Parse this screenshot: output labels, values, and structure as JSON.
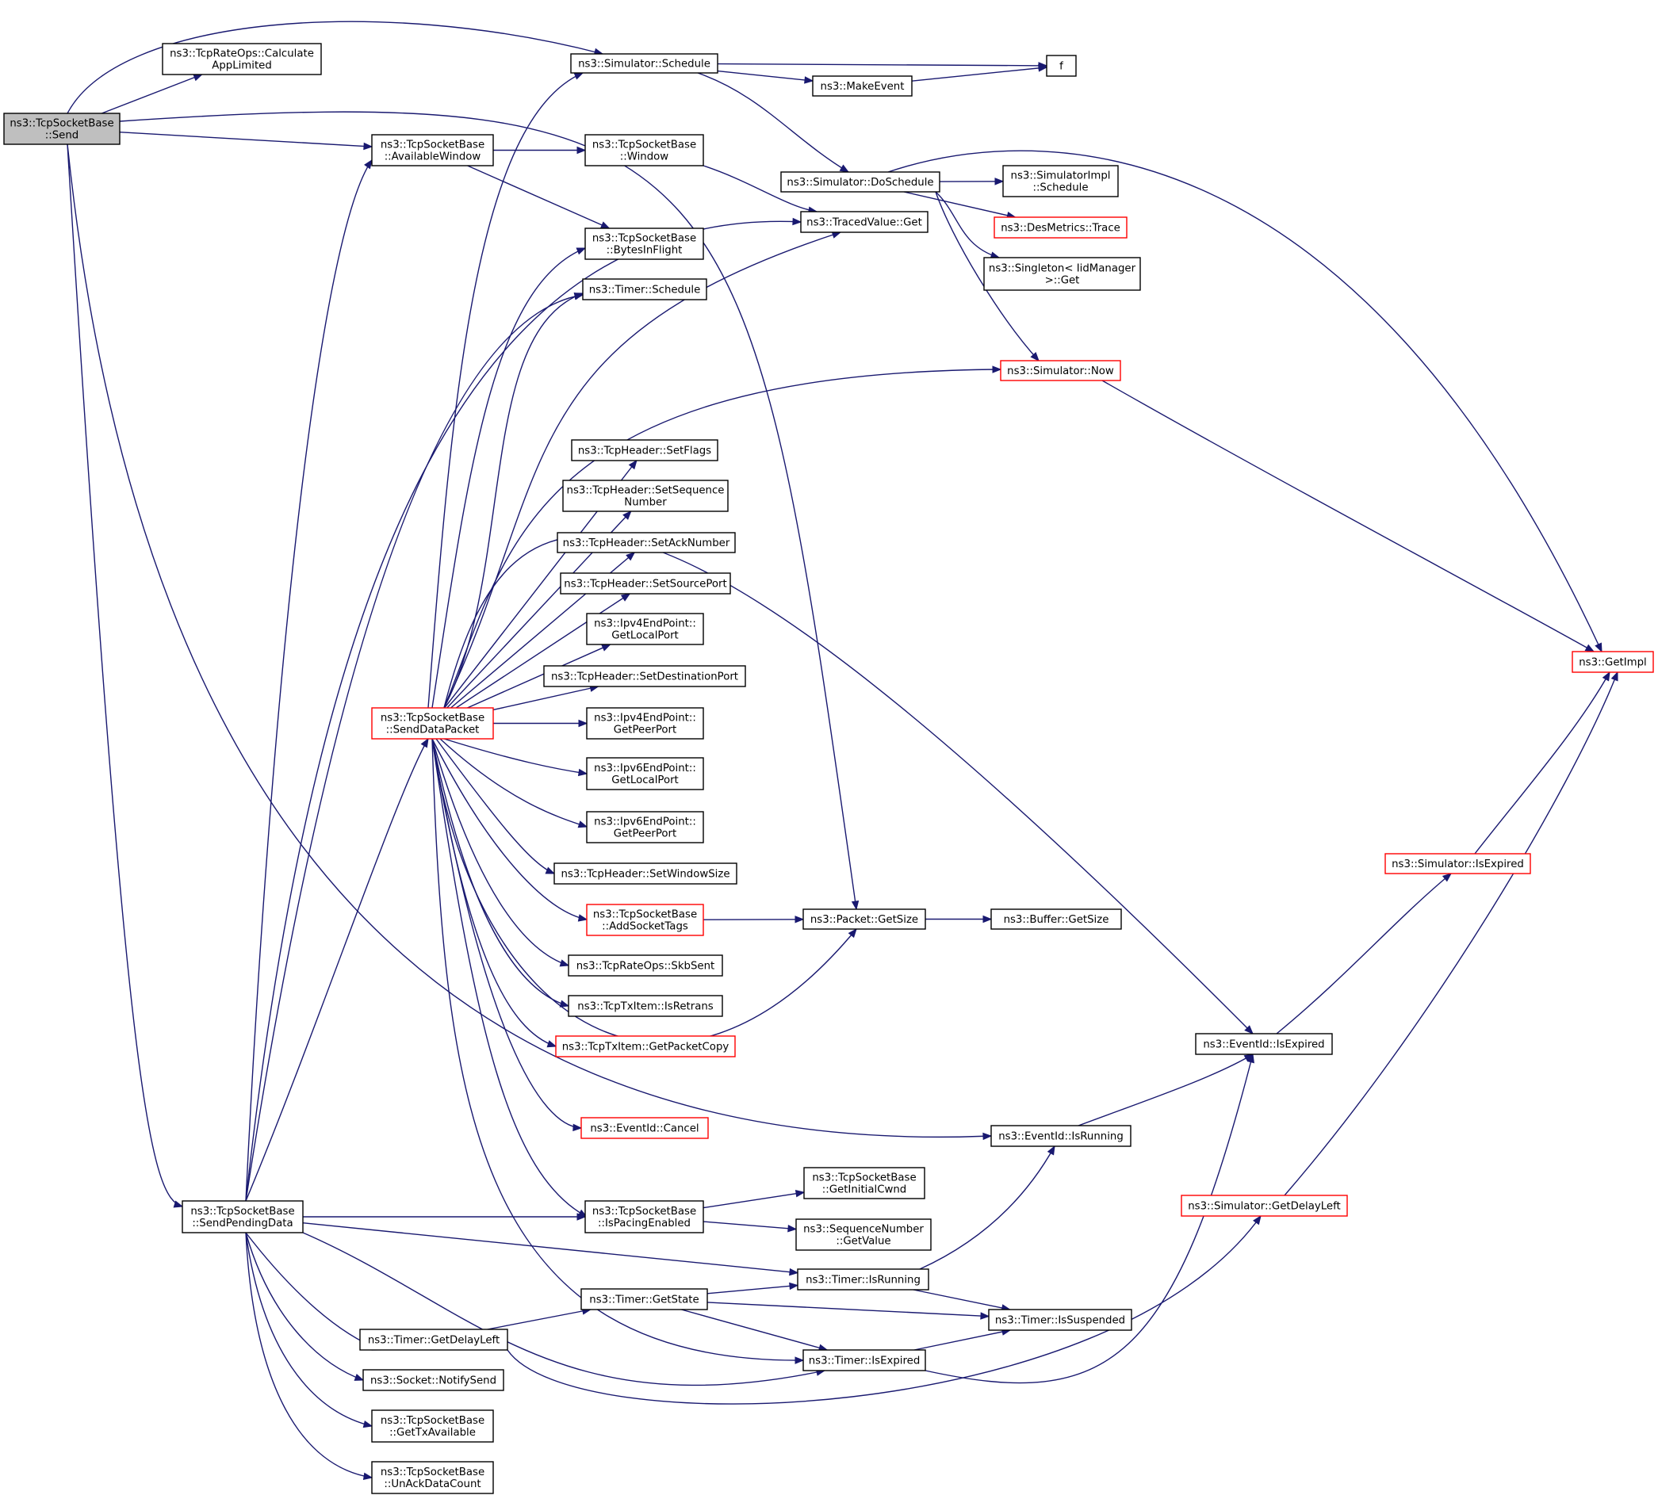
{
  "diagram": {
    "type": "doxygen-call-graph",
    "colors": {
      "edge": "#191970",
      "node_border": "#000000",
      "truncated_border": "#ff0000",
      "root_fill": "#bfbfbf",
      "node_fill": "#ffffff"
    },
    "nodes": {
      "send": {
        "lines": [
          "ns3::TcpSocketBase",
          "::Send"
        ],
        "style": "root"
      },
      "calcAppLimited": {
        "lines": [
          "ns3::TcpRateOps::Calculate",
          "AppLimited"
        ]
      },
      "simSchedule": {
        "lines": [
          "ns3::Simulator::Schedule"
        ]
      },
      "f": {
        "lines": [
          "f"
        ]
      },
      "makeEvent": {
        "lines": [
          "ns3::MakeEvent"
        ]
      },
      "availableWindow": {
        "lines": [
          "ns3::TcpSocketBase",
          "::AvailableWindow"
        ]
      },
      "window": {
        "lines": [
          "ns3::TcpSocketBase",
          "::Window"
        ]
      },
      "doSchedule": {
        "lines": [
          "ns3::Simulator::DoSchedule"
        ]
      },
      "implSchedule": {
        "lines": [
          "ns3::SimulatorImpl",
          "::Schedule"
        ]
      },
      "desTrace": {
        "lines": [
          "ns3::DesMetrics::Trace"
        ],
        "style": "truncated"
      },
      "tracedGet": {
        "lines": [
          "ns3::TracedValue::Get"
        ]
      },
      "bytesInFlight": {
        "lines": [
          "ns3::TcpSocketBase",
          "::BytesInFlight"
        ]
      },
      "singletonGet": {
        "lines": [
          "ns3::Singleton< IidManager",
          " >::Get"
        ]
      },
      "timerSchedule": {
        "lines": [
          "ns3::Timer::Schedule"
        ]
      },
      "simNow": {
        "lines": [
          "ns3::Simulator::Now"
        ],
        "style": "truncated"
      },
      "setFlags": {
        "lines": [
          "ns3::TcpHeader::SetFlags"
        ]
      },
      "setSeq": {
        "lines": [
          "ns3::TcpHeader::SetSequence",
          "Number"
        ]
      },
      "setAck": {
        "lines": [
          "ns3::TcpHeader::SetAckNumber"
        ]
      },
      "setSrcPort": {
        "lines": [
          "ns3::TcpHeader::SetSourcePort"
        ]
      },
      "ipv4Local": {
        "lines": [
          "ns3::Ipv4EndPoint::",
          "GetLocalPort"
        ]
      },
      "getImpl": {
        "lines": [
          "ns3::GetImpl"
        ],
        "style": "truncated"
      },
      "setDstPort": {
        "lines": [
          "ns3::TcpHeader::SetDestinationPort"
        ]
      },
      "sendDataPacket": {
        "lines": [
          "ns3::TcpSocketBase",
          "::SendDataPacket"
        ],
        "style": "truncated"
      },
      "ipv4Peer": {
        "lines": [
          "ns3::Ipv4EndPoint::",
          "GetPeerPort"
        ]
      },
      "ipv6Local": {
        "lines": [
          "ns3::Ipv6EndPoint::",
          "GetLocalPort"
        ]
      },
      "ipv6Peer": {
        "lines": [
          "ns3::Ipv6EndPoint::",
          "GetPeerPort"
        ]
      },
      "simIsExpired": {
        "lines": [
          "ns3::Simulator::IsExpired"
        ],
        "style": "truncated"
      },
      "setWindowSize": {
        "lines": [
          "ns3::TcpHeader::SetWindowSize"
        ]
      },
      "addSocketTags": {
        "lines": [
          "ns3::TcpSocketBase",
          "::AddSocketTags"
        ],
        "style": "truncated"
      },
      "packetGetSize": {
        "lines": [
          "ns3::Packet::GetSize"
        ]
      },
      "bufferGetSize": {
        "lines": [
          "ns3::Buffer::GetSize"
        ]
      },
      "skbSent": {
        "lines": [
          "ns3::TcpRateOps::SkbSent"
        ]
      },
      "isRetrans": {
        "lines": [
          "ns3::TcpTxItem::IsRetrans"
        ]
      },
      "getPacketCopy": {
        "lines": [
          "ns3::TcpTxItem::GetPacketCopy"
        ],
        "style": "truncated"
      },
      "eventIsExpired": {
        "lines": [
          "ns3::EventId::IsExpired"
        ]
      },
      "eventCancel": {
        "lines": [
          "ns3::EventId::Cancel"
        ],
        "style": "truncated"
      },
      "eventIsRunning": {
        "lines": [
          "ns3::EventId::IsRunning"
        ]
      },
      "getInitialCwnd": {
        "lines": [
          "ns3::TcpSocketBase",
          "::GetInitialCwnd"
        ]
      },
      "sendPendingData": {
        "lines": [
          "ns3::TcpSocketBase",
          "::SendPendingData"
        ]
      },
      "isPacingEnabled": {
        "lines": [
          "ns3::TcpSocketBase",
          "::IsPacingEnabled"
        ]
      },
      "simGetDelayLeft": {
        "lines": [
          "ns3::Simulator::GetDelayLeft"
        ],
        "style": "truncated"
      },
      "seqGetValue": {
        "lines": [
          "ns3::SequenceNumber",
          "::GetValue"
        ]
      },
      "timerIsRunning": {
        "lines": [
          "ns3::Timer::IsRunning"
        ]
      },
      "timerGetState": {
        "lines": [
          "ns3::Timer::GetState"
        ]
      },
      "timerIsSuspended": {
        "lines": [
          "ns3::Timer::IsSuspended"
        ]
      },
      "timerGetDelayLeft": {
        "lines": [
          "ns3::Timer::GetDelayLeft"
        ]
      },
      "timerIsExpired": {
        "lines": [
          "ns3::Timer::IsExpired"
        ]
      },
      "notifySend": {
        "lines": [
          "ns3::Socket::NotifySend"
        ]
      },
      "getTxAvailable": {
        "lines": [
          "ns3::TcpSocketBase",
          "::GetTxAvailable"
        ]
      },
      "unAckDataCount": {
        "lines": [
          "ns3::TcpSocketBase",
          "::UnAckDataCount"
        ]
      }
    },
    "edges": [
      [
        "send",
        "calcAppLimited"
      ],
      [
        "send",
        "simSchedule"
      ],
      [
        "send",
        "availableWindow"
      ],
      [
        "send",
        "packetGetSize"
      ],
      [
        "send",
        "sendPendingData"
      ],
      [
        "send",
        "eventIsRunning"
      ],
      [
        "simSchedule",
        "f"
      ],
      [
        "simSchedule",
        "makeEvent"
      ],
      [
        "simSchedule",
        "doSchedule"
      ],
      [
        "makeEvent",
        "f"
      ],
      [
        "availableWindow",
        "window"
      ],
      [
        "availableWindow",
        "bytesInFlight"
      ],
      [
        "window",
        "tracedGet"
      ],
      [
        "doSchedule",
        "implSchedule"
      ],
      [
        "doSchedule",
        "desTrace"
      ],
      [
        "doSchedule",
        "singletonGet"
      ],
      [
        "doSchedule",
        "simNow"
      ],
      [
        "doSchedule",
        "getImpl"
      ],
      [
        "simNow",
        "getImpl"
      ],
      [
        "sendDataPacket",
        "simSchedule"
      ],
      [
        "sendDataPacket",
        "bytesInFlight"
      ],
      [
        "sendDataPacket",
        "timerSchedule"
      ],
      [
        "sendDataPacket",
        "tracedGet"
      ],
      [
        "sendDataPacket",
        "simNow"
      ],
      [
        "sendDataPacket",
        "eventIsExpired"
      ],
      [
        "sendDataPacket",
        "setFlags"
      ],
      [
        "sendDataPacket",
        "setSeq"
      ],
      [
        "sendDataPacket",
        "setAck"
      ],
      [
        "sendDataPacket",
        "setSrcPort"
      ],
      [
        "sendDataPacket",
        "ipv4Local"
      ],
      [
        "sendDataPacket",
        "setDstPort"
      ],
      [
        "sendDataPacket",
        "ipv4Peer"
      ],
      [
        "sendDataPacket",
        "ipv6Local"
      ],
      [
        "sendDataPacket",
        "ipv6Peer"
      ],
      [
        "sendDataPacket",
        "setWindowSize"
      ],
      [
        "sendDataPacket",
        "addSocketTags"
      ],
      [
        "sendDataPacket",
        "skbSent"
      ],
      [
        "sendDataPacket",
        "isRetrans"
      ],
      [
        "sendDataPacket",
        "getPacketCopy"
      ],
      [
        "sendDataPacket",
        "packetGetSize"
      ],
      [
        "sendDataPacket",
        "eventCancel"
      ],
      [
        "sendDataPacket",
        "isPacingEnabled"
      ],
      [
        "sendDataPacket",
        "timerIsExpired"
      ],
      [
        "addSocketTags",
        "packetGetSize"
      ],
      [
        "packetGetSize",
        "bufferGetSize"
      ],
      [
        "eventIsExpired",
        "simIsExpired"
      ],
      [
        "simIsExpired",
        "getImpl"
      ],
      [
        "eventIsRunning",
        "eventIsExpired"
      ],
      [
        "simGetDelayLeft",
        "getImpl"
      ],
      [
        "sendPendingData",
        "availableWindow"
      ],
      [
        "sendPendingData",
        "tracedGet"
      ],
      [
        "sendPendingData",
        "timerSchedule"
      ],
      [
        "sendPendingData",
        "sendDataPacket"
      ],
      [
        "sendPendingData",
        "isPacingEnabled"
      ],
      [
        "sendPendingData",
        "timerIsRunning"
      ],
      [
        "sendPendingData",
        "timerGetDelayLeft"
      ],
      [
        "sendPendingData",
        "timerIsExpired"
      ],
      [
        "sendPendingData",
        "notifySend"
      ],
      [
        "sendPendingData",
        "getTxAvailable"
      ],
      [
        "sendPendingData",
        "unAckDataCount"
      ],
      [
        "isPacingEnabled",
        "getInitialCwnd"
      ],
      [
        "isPacingEnabled",
        "seqGetValue"
      ],
      [
        "timerIsRunning",
        "eventIsRunning"
      ],
      [
        "timerIsRunning",
        "timerIsSuspended"
      ],
      [
        "timerGetState",
        "timerIsRunning"
      ],
      [
        "timerGetState",
        "timerIsSuspended"
      ],
      [
        "timerGetState",
        "timerIsExpired"
      ],
      [
        "timerGetDelayLeft",
        "timerGetState"
      ],
      [
        "timerGetDelayLeft",
        "simGetDelayLeft"
      ],
      [
        "timerIsExpired",
        "timerIsSuspended"
      ],
      [
        "timerIsExpired",
        "eventIsExpired"
      ]
    ]
  }
}
